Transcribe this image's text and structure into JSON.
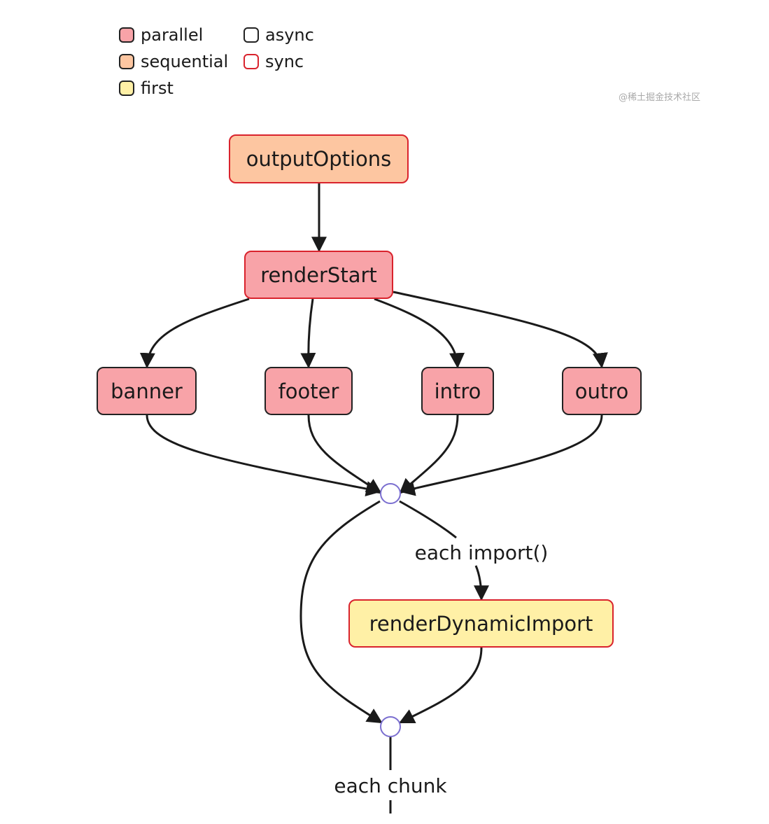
{
  "legend": {
    "parallel": "parallel",
    "sequential": "sequential",
    "first": "first",
    "async": "async",
    "sync": "sync"
  },
  "colors": {
    "parallel": "#f8a3a8",
    "sequential": "#fdc6a1",
    "first": "#fff0a6",
    "async_border": "#222222",
    "sync_border": "#d9232d",
    "junction_border": "#7b6fd0"
  },
  "watermark": "@稀土掘金技术社区",
  "nodes": {
    "outputOptions": "outputOptions",
    "renderStart": "renderStart",
    "banner": "banner",
    "footer": "footer",
    "intro": "intro",
    "outro": "outro",
    "renderDynamicImport": "renderDynamicImport"
  },
  "edge_labels": {
    "each_import": "each import()",
    "each_chunk": "each chunk"
  }
}
